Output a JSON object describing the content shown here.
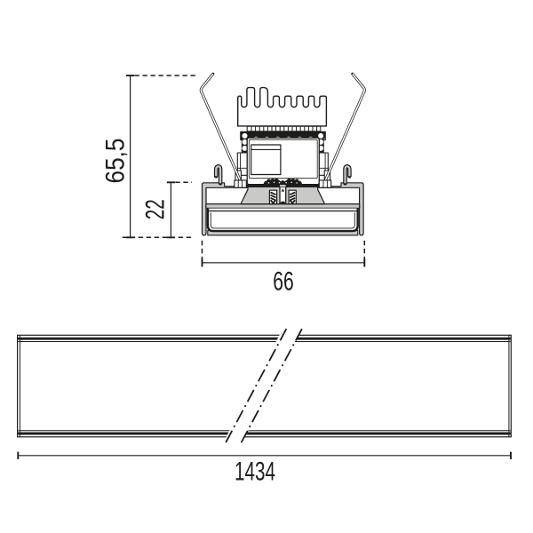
{
  "drawing": {
    "kind": "technical-dimension-drawing",
    "line_color": "#1d1d1b",
    "metal_fill": "#c9cac8",
    "background": "#ffffff",
    "views": [
      {
        "id": "cross-section",
        "label": "luminaire cross-section"
      },
      {
        "id": "profile-side",
        "label": "profile side elevation with break lines"
      }
    ],
    "dimensions": {
      "total_height": {
        "value": "65,5",
        "orientation": "vertical"
      },
      "recess_depth": {
        "value": "22",
        "orientation": "vertical"
      },
      "profile_width": {
        "value": "66",
        "orientation": "horizontal"
      },
      "profile_length": {
        "value": "1434",
        "orientation": "horizontal"
      }
    }
  }
}
